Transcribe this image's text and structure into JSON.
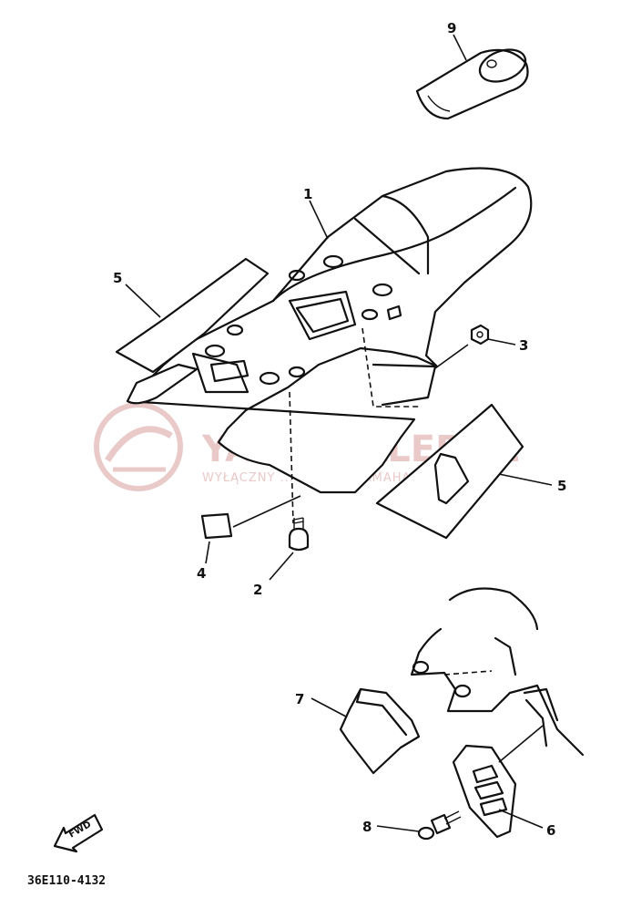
{
  "callouts": [
    {
      "id": "9",
      "label": "9"
    },
    {
      "id": "1",
      "label": "1"
    },
    {
      "id": "5a",
      "label": "5"
    },
    {
      "id": "3",
      "label": "3"
    },
    {
      "id": "5b",
      "label": "5"
    },
    {
      "id": "4",
      "label": "4"
    },
    {
      "id": "2",
      "label": "2"
    },
    {
      "id": "7",
      "label": "7"
    },
    {
      "id": "8",
      "label": "8"
    },
    {
      "id": "6",
      "label": "6"
    }
  ],
  "diagram_code": "36E110-4132",
  "fwd_label": "FWD",
  "watermark": {
    "title": "YAMA-SKLEP.PL",
    "subtitle": "WYŁĄCZNY ... DEALER YAMAHA",
    "color": "#e8c4c4"
  }
}
